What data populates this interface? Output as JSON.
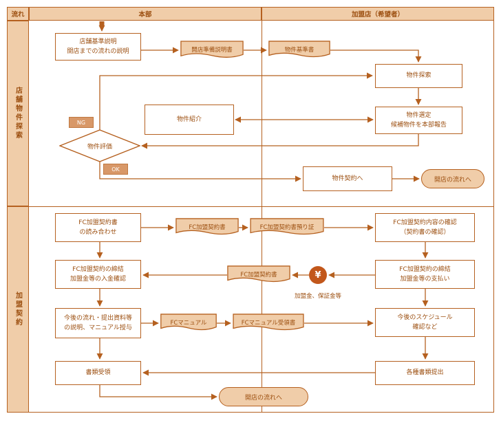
{
  "meta": {
    "colors": {
      "line": "#b5601f",
      "text": "#9c4f10",
      "tan_fill": "#f0cda9",
      "chip_fill": "#d89868",
      "yen_circle": "#c2571b",
      "node_fill": "#ffffff"
    }
  },
  "header": {
    "col_flow": "流れ",
    "col_honbu": "本部",
    "col_kamei": "加盟店（希望者）"
  },
  "sections": {
    "s1": "店舗物件探索",
    "s2": "加盟契約"
  },
  "nodes": {
    "setsumei": {
      "line1": "店舗基準説明",
      "line2": "開店までの流れの説明"
    },
    "doc_kaiten_junbi": "開店準備説明書",
    "doc_bukken_kijun": "物件基準書",
    "bukken_tansaku": "物件探索",
    "bukken_shokai": "物件紹介",
    "bukken_sentei": {
      "line1": "物件選定",
      "line2": "候補物件を本部報告"
    },
    "bukken_hyoka": "物件評価",
    "ng": "NG",
    "ok": "OK",
    "bukken_keiyaku": "物件契約へ",
    "kaiten_nagare_top": "開店の流れへ",
    "yomiawase": {
      "line1": "FC加盟契約書",
      "line2": "の読み合わせ"
    },
    "doc_fc_keiyaku1": "FC加盟契約書",
    "doc_azukari": "FC加盟契約書預り証",
    "naiyou_kakunin": {
      "line1": "FC加盟契約内容の確認",
      "line2": "（契約書の確認）"
    },
    "teiketsu_nyukin": {
      "line1": "FC加盟契約の締結",
      "line2": "加盟金等の入金確認"
    },
    "doc_fc_keiyaku2": "FC加盟契約書",
    "yen": "¥",
    "kameikin_label": "加盟金、保証金等",
    "teiketsu_shiharai": {
      "line1": "FC加盟契約の締結",
      "line2": "加盟金等の支払い"
    },
    "kongo_setsumei": {
      "line1": "今後の流れ・提出資料等",
      "line2": "の説明、マニュアル授与"
    },
    "doc_fc_manual": "FCマニュアル",
    "doc_manual_juryo": "FCマニュアル受領書",
    "kongo_schedule": {
      "line1": "今後のスケジュール",
      "line2": "確認など"
    },
    "shorui_juryo": "書類受領",
    "shorui_teishutsu": "各種書類提出",
    "kaiten_nagare_bottom": "開店の流れへ"
  }
}
